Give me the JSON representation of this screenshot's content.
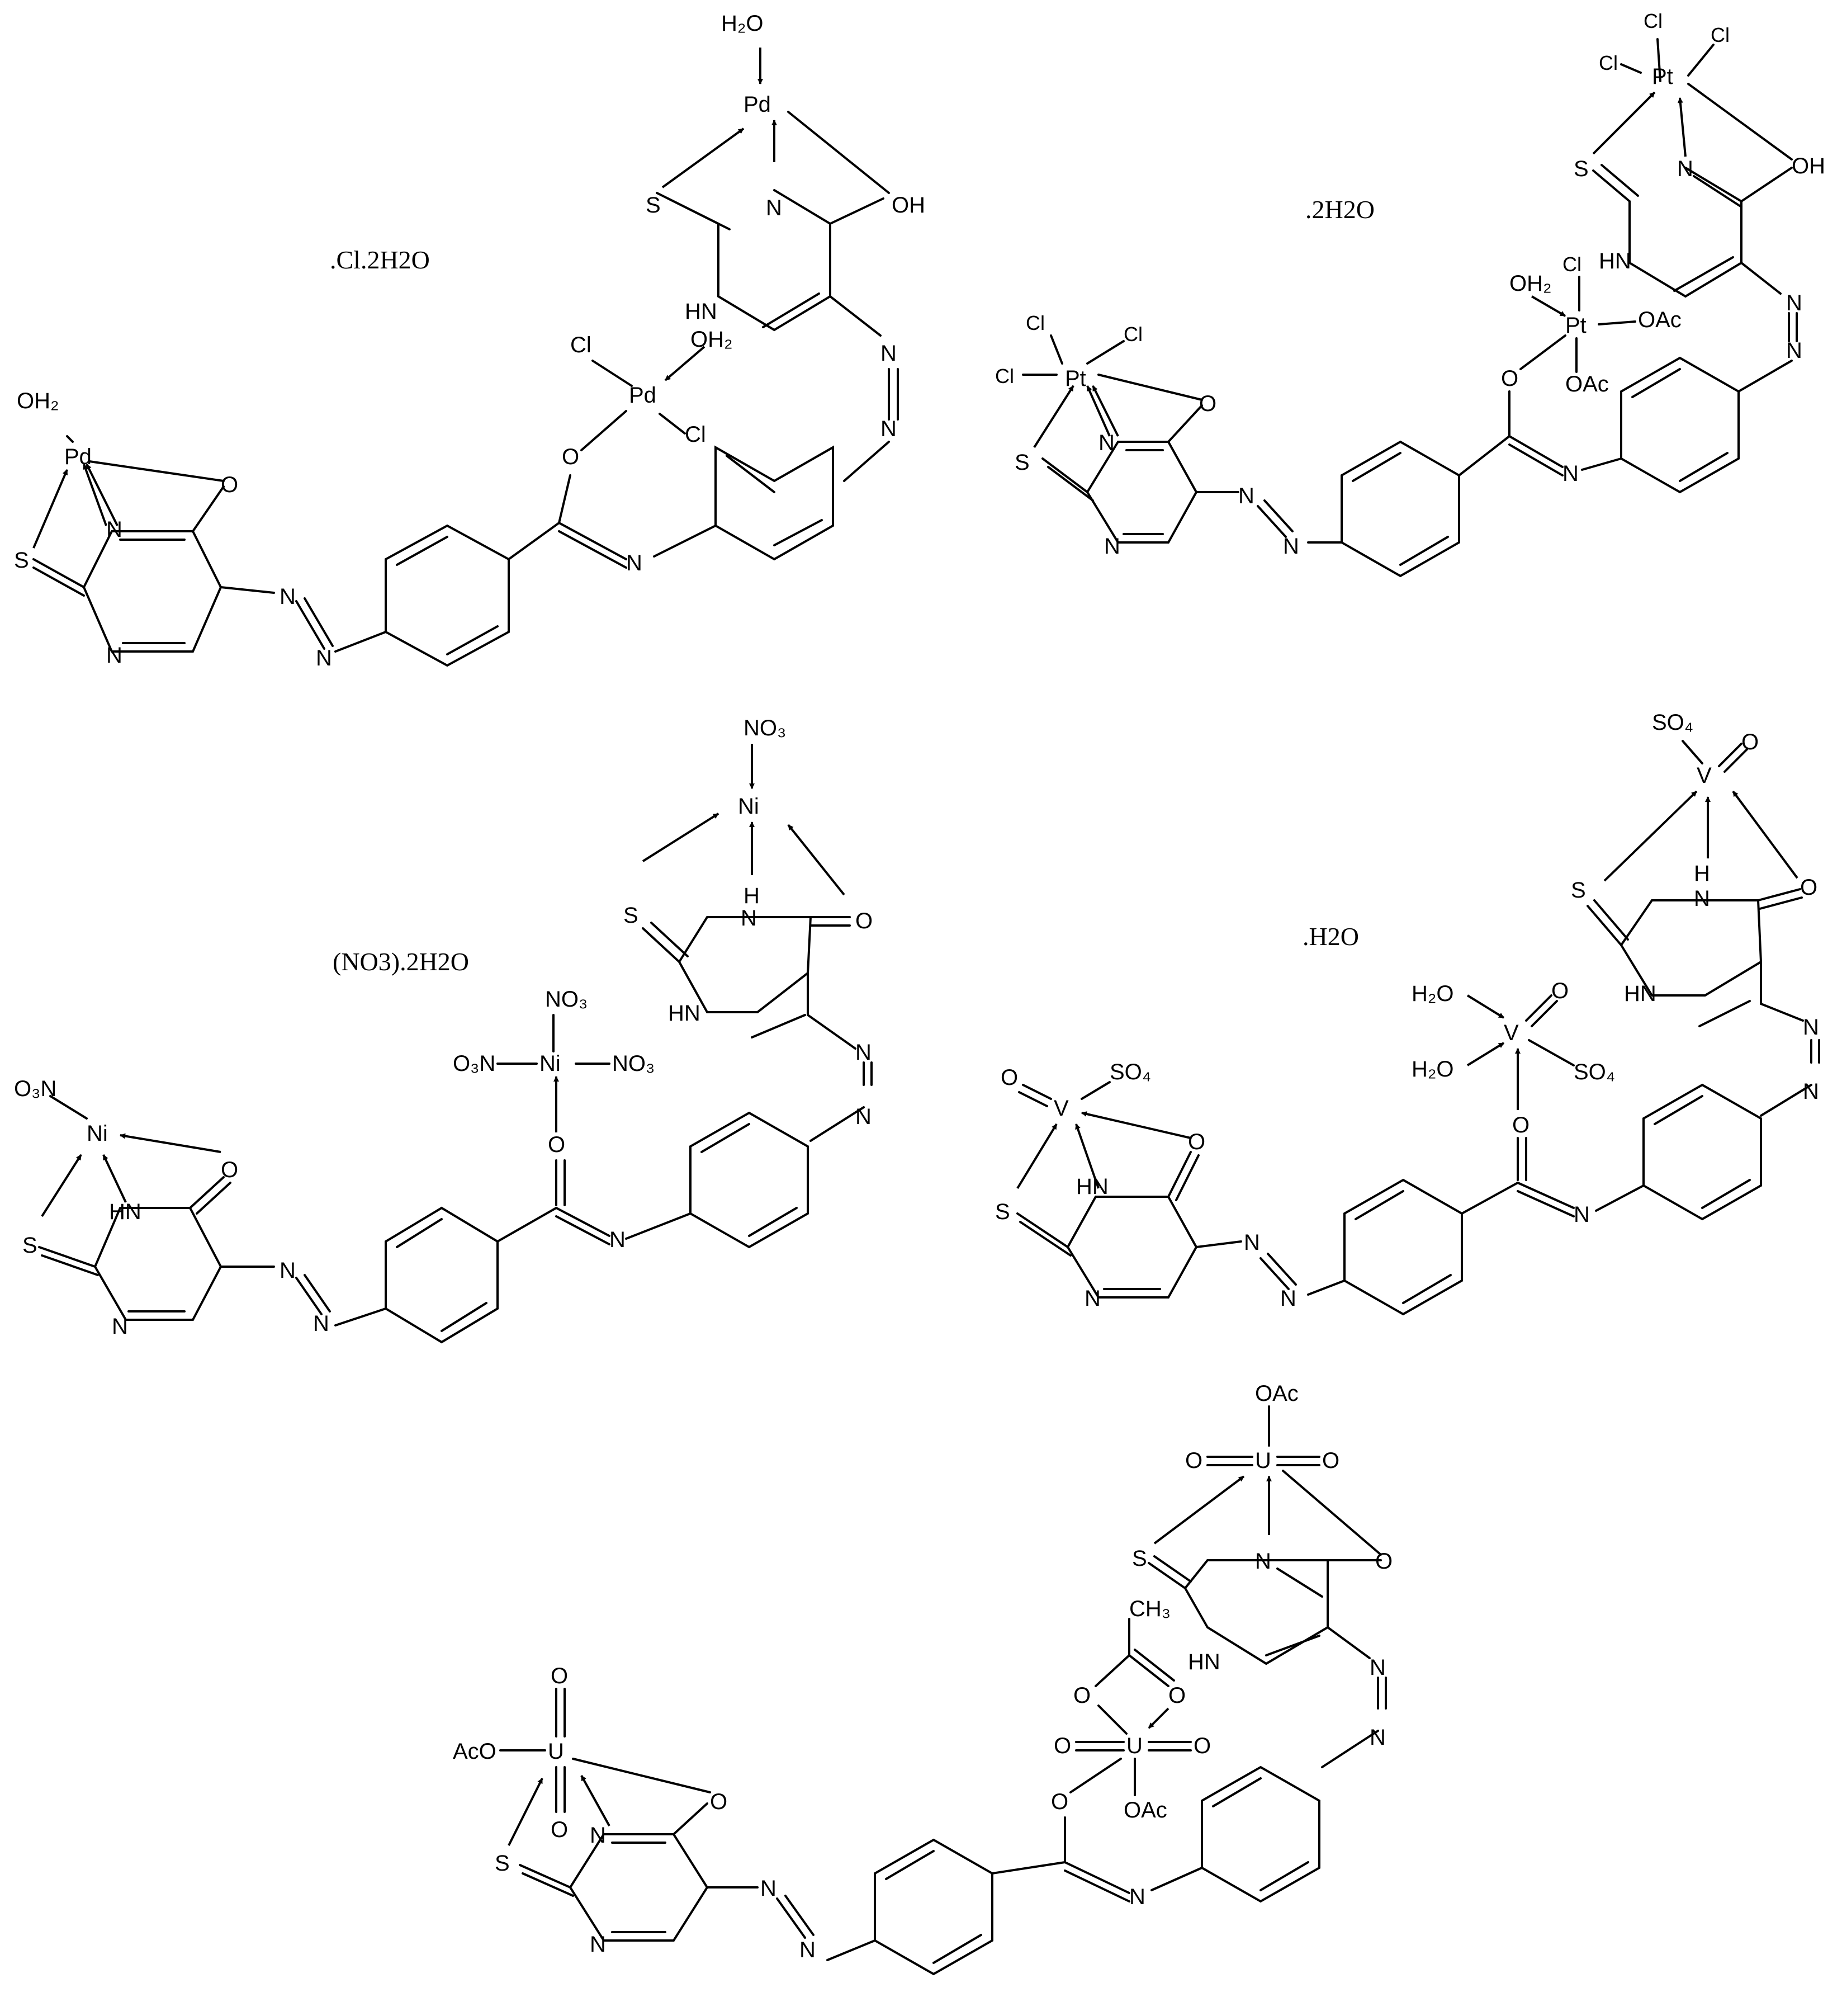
{
  "complexes": [
    {
      "metal": "Pd",
      "counter_ions": ".Cl.2H2O",
      "labels": [
        "H2O",
        "Pd",
        "S",
        "N",
        "OH",
        "HN",
        "OH2",
        "Cl",
        "Pd",
        "Cl",
        "O",
        "N",
        "N",
        "N",
        "OH2",
        "Pd",
        "O",
        "S",
        "N",
        "N",
        "N",
        "N"
      ]
    },
    {
      "metal": "Pt",
      "counter_ions": ".2H2O",
      "labels": [
        "Cl",
        "Cl",
        "Pt",
        "S",
        "N",
        "OH",
        "HN",
        "Cl",
        "OH2",
        "Pt",
        "OAc",
        "OAc",
        "O",
        "N",
        "N",
        "N",
        "Cl",
        "Cl",
        "Cl",
        "Pt",
        "O",
        "S",
        "N",
        "N",
        "N",
        "N"
      ]
    },
    {
      "metal": "Ni",
      "counter_ions": "(NO3).2H2O",
      "labels": [
        "NO3",
        "Ni",
        "S",
        "H",
        "N",
        "O",
        "HN",
        "NO3",
        "O3N",
        "Ni",
        "NO3",
        "O",
        "N",
        "N",
        "N",
        "O3N",
        "Ni",
        "O",
        "S",
        "HN",
        "N",
        "N",
        "N"
      ]
    },
    {
      "metal": "V",
      "counter_ions": ".H2O",
      "labels": [
        "SO4",
        "V",
        "O",
        "S",
        "H",
        "N",
        "O",
        "HN",
        "H2O",
        "V",
        "O",
        "H2O",
        "SO4",
        "O",
        "N",
        "N",
        "N",
        "O",
        "V",
        "SO4",
        "S",
        "HN",
        "O",
        "N",
        "N",
        "N"
      ]
    },
    {
      "metal": "U",
      "counter_ions": "",
      "labels": [
        "OAc",
        "O",
        "U",
        "O",
        "S",
        "N",
        "O",
        "CH3",
        "HN",
        "O",
        "O",
        "O",
        "U",
        "O",
        "OAc",
        "O",
        "N",
        "N",
        "N",
        "AcO",
        "O",
        "U",
        "O",
        "O",
        "S",
        "N",
        "N",
        "N",
        "N"
      ]
    }
  ],
  "glyphs": {
    "H2O": "H₂O",
    "OH2": "OH₂",
    "NO3": "NO₃",
    "O3N": "O₃N",
    "SO4": "SO₄",
    "CH3": "CH₃"
  }
}
